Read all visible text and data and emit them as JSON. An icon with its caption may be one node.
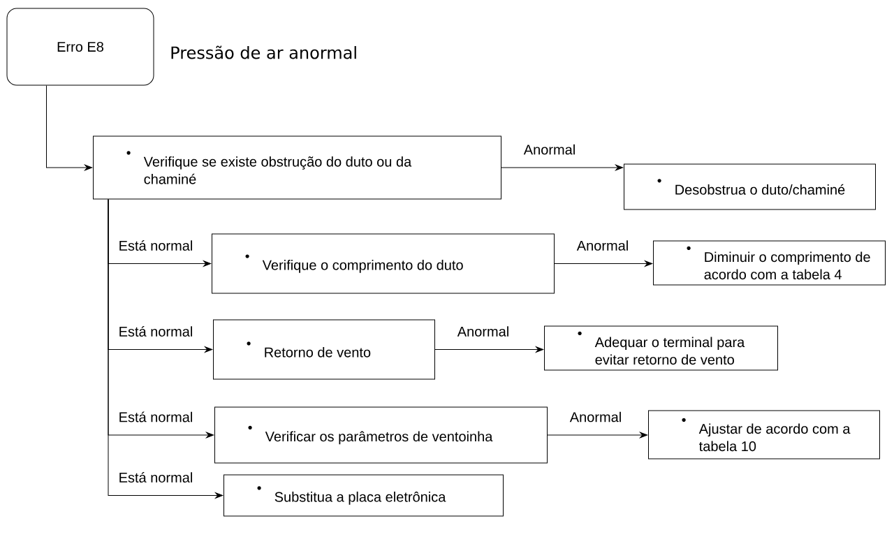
{
  "diagram": {
    "nodes": [
      {
        "text": [
          "Erro E8"
        ],
        "beside": [
          "Pressão de ar anormal"
        ]
      },
      {
        "text": [
          "Verifique se existe obstrução do duto ou da chaminé"
        ]
      },
      {
        "text": [
          "Desobstrua o duto/chaminé"
        ]
      },
      {
        "text": [
          "Verifique o comprimento do duto"
        ]
      },
      {
        "text": [
          "Diminuir o comprimento de acordo com a tabela 4"
        ]
      },
      {
        "text": [
          "Retorno de vento"
        ]
      },
      {
        "text": [
          "Adequar o terminal para evitar retorno de vento"
        ]
      },
      {
        "text": [
          "Verificar os parâmetros de ventoinha"
        ]
      },
      {
        "text": [
          "Ajustar de acordo com a tabela 10"
        ]
      },
      {
        "text": [
          "Substitua a placa eletrônica"
        ]
      }
    ],
    "edges": [
      {
        "from": 0,
        "to": 1,
        "arrow": "to"
      },
      {
        "from": 1,
        "to": 2,
        "arrow": "to",
        "label": "Anormal"
      },
      {
        "from": 1,
        "to": 3,
        "arrow": "to",
        "label": "Está normal"
      },
      {
        "from": 3,
        "to": 4,
        "arrow": "to",
        "label": "Anormal"
      },
      {
        "from": 1,
        "to": 5,
        "arrow": "to",
        "label": "Está normal"
      },
      {
        "from": 5,
        "to": 6,
        "arrow": "to",
        "label": "Anormal"
      },
      {
        "from": 1,
        "to": 7,
        "arrow": "to",
        "label": "Está normal"
      },
      {
        "from": 7,
        "to": 8,
        "arrow": "to",
        "label": "Anormal"
      },
      {
        "from": 1,
        "to": 9,
        "arrow": "to",
        "label": "Está normal"
      }
    ]
  }
}
